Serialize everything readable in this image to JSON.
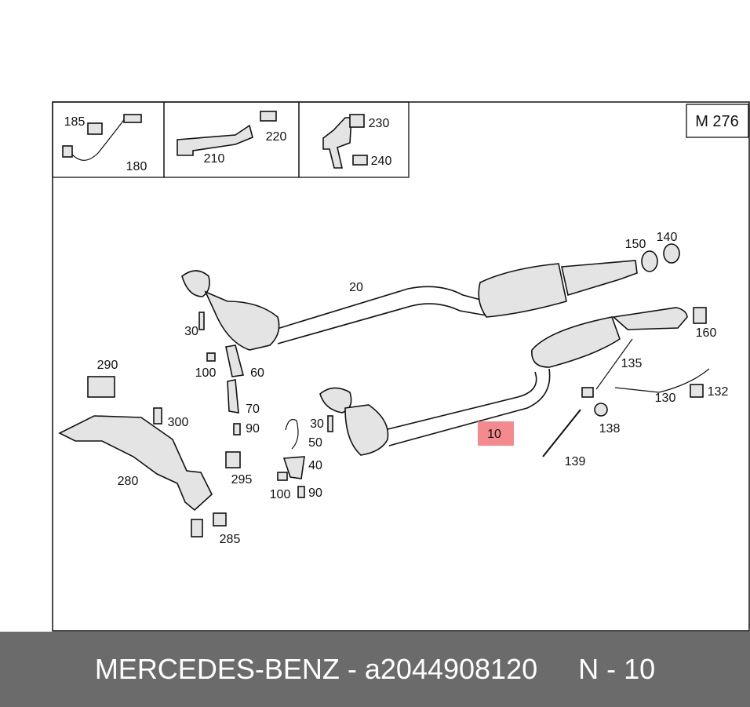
{
  "engine_code": "M 276",
  "highlight_color": "#f4898e",
  "callouts": {
    "c10": "10",
    "c20": "20",
    "c30a": "30",
    "c30b": "30",
    "c40": "40",
    "c50": "50",
    "c60": "60",
    "c70": "70",
    "c90a": "90",
    "c90b": "90",
    "c100a": "100",
    "c100b": "100",
    "c130": "130",
    "c132": "132",
    "c135": "135",
    "c138": "138",
    "c139": "139",
    "c140": "140",
    "c150": "150",
    "c160": "160",
    "c180": "180",
    "c185": "185",
    "c210": "210",
    "c220": "220",
    "c230": "230",
    "c240": "240",
    "c280": "280",
    "c285": "285",
    "c290": "290",
    "c295": "295",
    "c300": "300"
  },
  "footer": {
    "brand": "MERCEDES-BENZ",
    "separator": "-",
    "part_number": "a2044908120",
    "position": "N - 10"
  }
}
